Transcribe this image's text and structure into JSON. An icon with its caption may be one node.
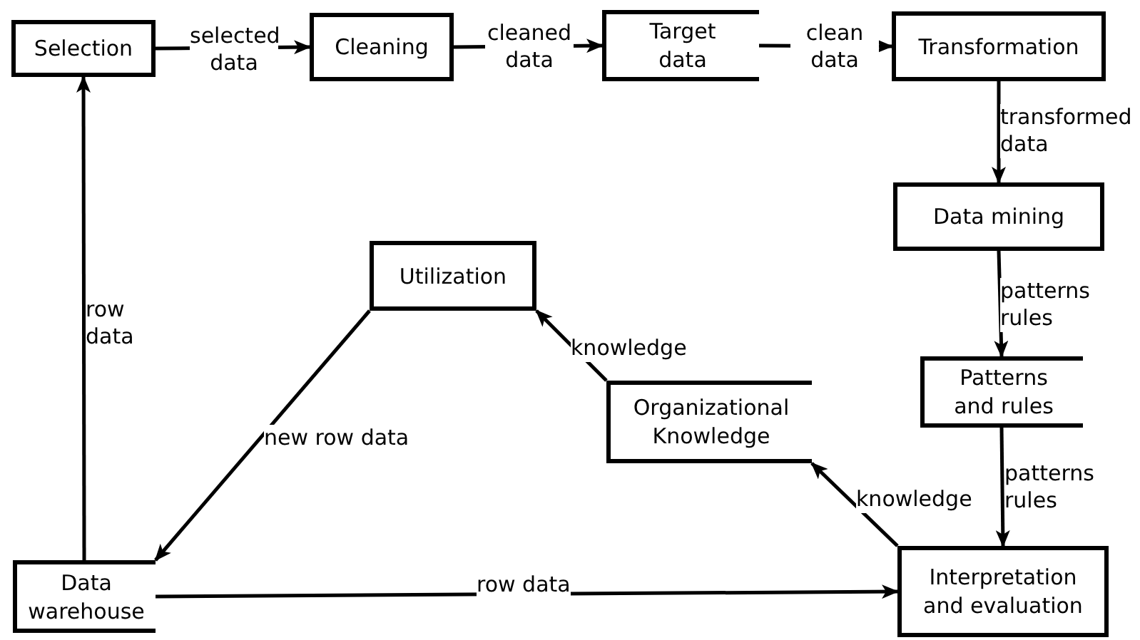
{
  "diagram": {
    "nodes": [
      {
        "text": [
          "Selection"
        ]
      },
      {
        "text": [
          "Cleaning"
        ]
      },
      {
        "text": [
          "Target data"
        ]
      },
      {
        "text": [
          "Transformation"
        ]
      },
      {
        "text": [
          "Data mining"
        ]
      },
      {
        "text": [
          "Patterns and rules"
        ]
      },
      {
        "text": [
          "Utilization"
        ]
      },
      {
        "text": [
          "Organizational Knowledge"
        ]
      },
      {
        "text": [
          "Interpretation and evaluation"
        ]
      },
      {
        "text": [
          "Data warehouse"
        ]
      }
    ],
    "edges": [
      {
        "from": 0,
        "to": 1,
        "arrow": "to",
        "label": "selected data"
      },
      {
        "from": 1,
        "to": 2,
        "arrow": "to",
        "label": "cleaned data"
      },
      {
        "from": 2,
        "to": 3,
        "arrow": "to",
        "label": "clean data"
      },
      {
        "from": 3,
        "to": 4,
        "arrow": "to",
        "label": "transformed data"
      },
      {
        "from": 4,
        "to": 5,
        "arrow": "to",
        "label": "patterns rules"
      },
      {
        "from": 5,
        "to": 8,
        "arrow": "to",
        "label": "patterns rules"
      },
      {
        "from": 8,
        "to": 7,
        "arrow": "to",
        "label": "knowledge"
      },
      {
        "from": 7,
        "to": 6,
        "arrow": "to",
        "label": "knowledge"
      },
      {
        "from": 6,
        "to": 9,
        "arrow": "to",
        "label": "new row data"
      },
      {
        "from": 9,
        "to": 0,
        "arrow": "to",
        "label": "row data"
      },
      {
        "from": 9,
        "to": 8,
        "arrow": "to",
        "label": "row data"
      }
    ]
  }
}
